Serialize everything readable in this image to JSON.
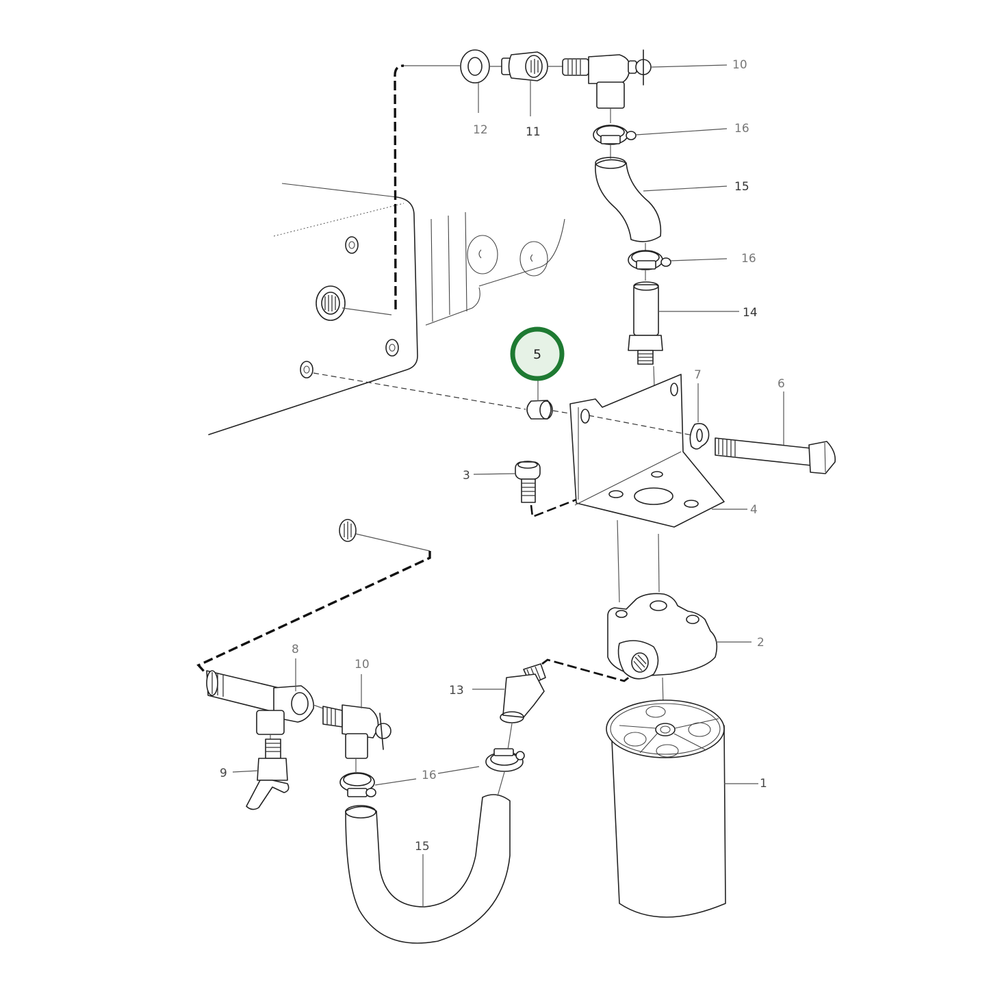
{
  "diagram": {
    "title": "Oil filter assembly exploded view",
    "highlight": {
      "part_number": "5",
      "ring_color": "#1e7a32",
      "fill_color": "#e6f2e6"
    },
    "callouts": [
      {
        "id": "1",
        "text": "1"
      },
      {
        "id": "2",
        "text": "2"
      },
      {
        "id": "3",
        "text": "3"
      },
      {
        "id": "4",
        "text": "4"
      },
      {
        "id": "5",
        "text": "5"
      },
      {
        "id": "6",
        "text": "6"
      },
      {
        "id": "7",
        "text": "7"
      },
      {
        "id": "8",
        "text": "8"
      },
      {
        "id": "9",
        "text": "9"
      },
      {
        "id": "10a",
        "text": "10"
      },
      {
        "id": "10b",
        "text": "10"
      },
      {
        "id": "11",
        "text": "11"
      },
      {
        "id": "12",
        "text": "12"
      },
      {
        "id": "13",
        "text": "13"
      },
      {
        "id": "14",
        "text": "14"
      },
      {
        "id": "15a",
        "text": "15"
      },
      {
        "id": "15b",
        "text": "15"
      },
      {
        "id": "16a",
        "text": "16"
      },
      {
        "id": "16b",
        "text": "16"
      },
      {
        "id": "16c",
        "text": "16"
      }
    ],
    "parts": [
      {
        "number": "1",
        "name": "oil-filter-cartridge"
      },
      {
        "number": "2",
        "name": "filter-head"
      },
      {
        "number": "3",
        "name": "socket-head-screw"
      },
      {
        "number": "4",
        "name": "mounting-bracket"
      },
      {
        "number": "5",
        "name": "spacer-sleeve"
      },
      {
        "number": "6",
        "name": "hex-bolt"
      },
      {
        "number": "7",
        "name": "lock-washer"
      },
      {
        "number": "8",
        "name": "adapter-tee"
      },
      {
        "number": "9",
        "name": "drain-cock"
      },
      {
        "number": "10",
        "name": "valve-tee"
      },
      {
        "number": "11",
        "name": "union-nut"
      },
      {
        "number": "12",
        "name": "sealing-washer"
      },
      {
        "number": "13",
        "name": "hose-nipple-elbow"
      },
      {
        "number": "14",
        "name": "hose-nipple-straight"
      },
      {
        "number": "15",
        "name": "hose"
      },
      {
        "number": "16",
        "name": "hose-clamp"
      }
    ]
  }
}
